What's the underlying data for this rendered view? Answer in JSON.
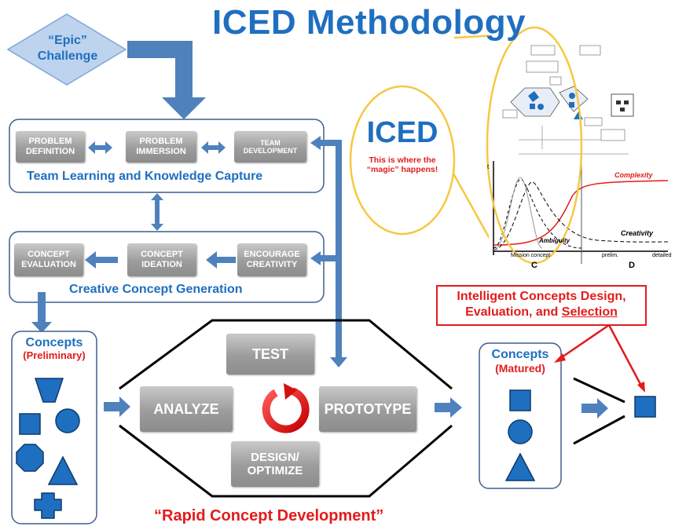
{
  "title": "ICED Methodology",
  "epic": {
    "line1": "“Epic”",
    "line2": "Challenge"
  },
  "team_box": {
    "steps": [
      {
        "line1": "PROBLEM",
        "line2": "DEFINITION"
      },
      {
        "line1": "PROBLEM",
        "line2": "IMMERSION"
      },
      {
        "line1": "TEAM",
        "line2": "DEVELOPMENT"
      }
    ],
    "caption": "Team Learning and Knowledge Capture"
  },
  "creative_box": {
    "steps": [
      {
        "line1": "CONCEPT",
        "line2": "EVALUATION"
      },
      {
        "line1": "CONCEPT",
        "line2": "IDEATION"
      },
      {
        "line1": "ENCOURAGE",
        "line2": "CREATIVITY"
      }
    ],
    "caption": "Creative Concept Generation"
  },
  "concepts_preliminary": {
    "title": "Concepts",
    "subtitle": "(Preliminary)"
  },
  "concepts_matured": {
    "title": "Concepts",
    "subtitle": "(Matured)"
  },
  "cycle": {
    "test": "TEST",
    "analyze": "ANALYZE",
    "prototype": "PROTOTYPE",
    "design_line1": "DESIGN/",
    "design_line2": "OPTIMIZE"
  },
  "iced_bubble": {
    "title": "ICED",
    "line1": "This is where the",
    "line2": "“magic” happens!"
  },
  "intelligent": {
    "line1": "Intelligent Concepts Design,",
    "line2_prefix": "Evaluation, and ",
    "line2_underlined": "Selection"
  },
  "rapid": "“Rapid Concept Development”",
  "inset": {
    "complexity": "Complexity",
    "creativity": "Creativity",
    "ambiguity": "Ambiguity",
    "phase_c": "C",
    "phase_d": "D",
    "x_left": "Mission  concept",
    "x_mid": "prelim.",
    "x_right": "detailed",
    "y_tick": "t"
  },
  "colors": {
    "blue": "#1f6fc0",
    "arrow": "#4f81bd",
    "red": "#e31b1b",
    "yellow": "#f5c842",
    "shape_fill": "#1f6fc0"
  }
}
